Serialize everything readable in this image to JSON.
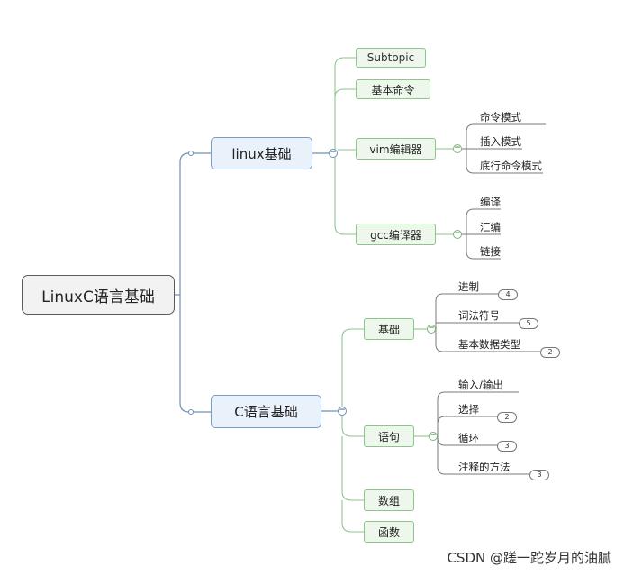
{
  "root": {
    "label": "LinuxC语言基础"
  },
  "branches": [
    {
      "label": "linux基础",
      "children": [
        {
          "label": "Subtopic"
        },
        {
          "label": "基本命令"
        },
        {
          "label": "vim编辑器",
          "children": [
            "命令模式",
            "插入模式",
            "底行命令模式"
          ]
        },
        {
          "label": "gcc编译器",
          "children": [
            "编译",
            "汇编",
            "链接"
          ]
        }
      ]
    },
    {
      "label": "C语言基础",
      "children": [
        {
          "label": "基础",
          "children": [
            {
              "label": "进制",
              "count": "4"
            },
            {
              "label": "词法符号",
              "count": "5"
            },
            {
              "label": "基本数据类型",
              "count": "2"
            }
          ]
        },
        {
          "label": "语句",
          "children": [
            {
              "label": "输入/输出"
            },
            {
              "label": "选择",
              "count": "2"
            },
            {
              "label": "循环",
              "count": "3"
            },
            {
              "label": "注释的方法",
              "count": "3"
            }
          ]
        },
        {
          "label": "数组"
        },
        {
          "label": "函数"
        }
      ]
    }
  ],
  "colors": {
    "main_branch": "#6f8fb6",
    "sub_branch": "#8cc68a",
    "leaf_line": "#7a7a7a"
  },
  "watermark": "CSDN @蹉一跎岁月的油腻"
}
